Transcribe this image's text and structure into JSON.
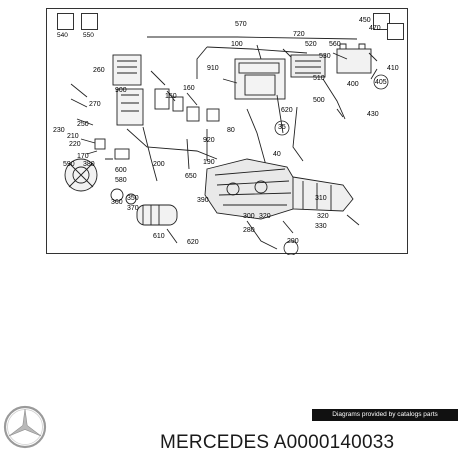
{
  "diagram": {
    "callouts": {
      "c540": "540",
      "c550": "550",
      "c570": "570",
      "c450": "450",
      "c470": "470",
      "c100": "100",
      "c720": "720",
      "c520": "520",
      "c560": "560",
      "c260": "260",
      "c910": "910",
      "c530": "530",
      "c410": "410",
      "c900": "900",
      "c160": "160",
      "c150": "150",
      "c510": "510",
      "c400": "400",
      "c270": "270",
      "c500": "500",
      "c620a": "620",
      "c405": "405",
      "c430": "430",
      "c250": "250",
      "c230": "230",
      "c210": "210",
      "c220": "220",
      "c35": "35",
      "c80": "80",
      "c920": "920",
      "c170": "170",
      "c40": "40",
      "c590": "590",
      "c380": "380",
      "c200": "200",
      "c190": "190",
      "c600": "600",
      "c650": "650",
      "c580": "580",
      "c360": "360",
      "c350": "350",
      "c370": "370",
      "c390": "390",
      "c310": "310",
      "c320": "320",
      "c330": "330",
      "c280": "280",
      "c290": "290",
      "c610": "610",
      "c620b": "620",
      "c300": "300",
      "c320b": "320"
    },
    "watermark": "Diagrams provided by catalogs parts"
  },
  "footer": {
    "brand_logo": "mercedes-star-logo",
    "part_caption": "MERCEDES A0000140033"
  },
  "colors": {
    "line": "#222222",
    "frame": "#333333",
    "background": "#ffffff"
  }
}
